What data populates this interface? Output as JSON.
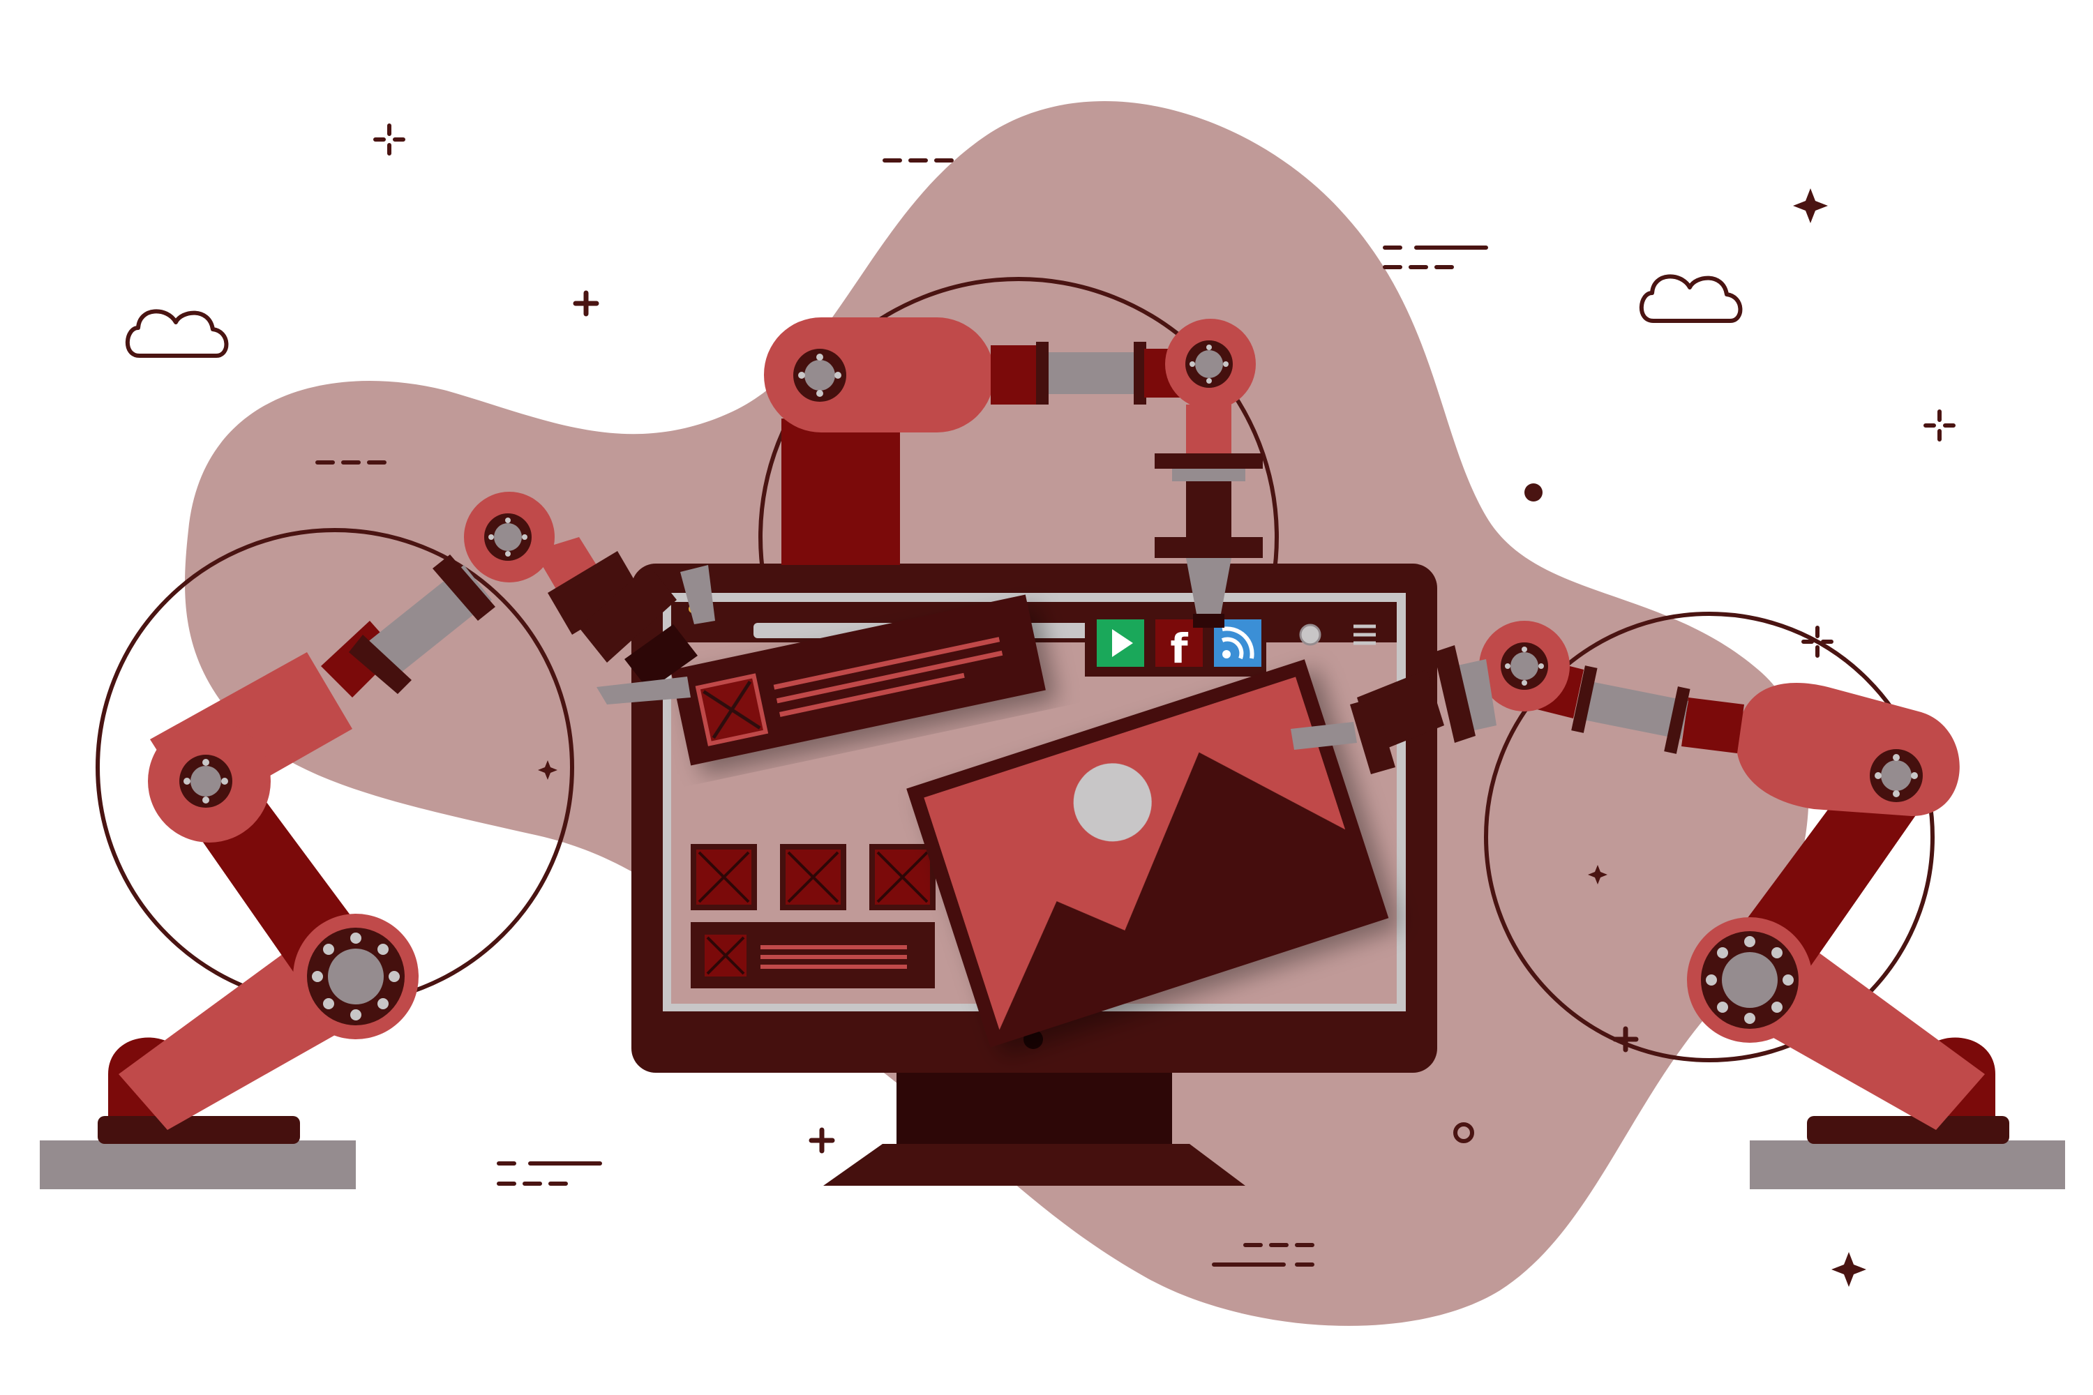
{
  "illustration": {
    "subject": "robotic-arms-assembling-website",
    "colors": {
      "background": "#ffffff",
      "blob": "#c09a98",
      "accent_red": "#c04a4a",
      "dark_red": "#7b0a0a",
      "maroon": "#45100e",
      "gray": "#958c8f",
      "light_gray": "#c8c6c7",
      "green": "#1aa85a",
      "blue": "#3b8fd6",
      "outline": "#4a1412"
    },
    "browser": {
      "social_icons": [
        {
          "name": "play-icon",
          "glyph": "▶",
          "color": "#1aa85a"
        },
        {
          "name": "facebook-icon",
          "glyph": "f",
          "color": "#7b0a0a"
        },
        {
          "name": "rss-icon",
          "glyph": "◔",
          "color": "#3b8fd6"
        }
      ],
      "menu_icon": "hamburger-icon",
      "refresh_icon": "refresh-icon"
    },
    "decorations": {
      "clouds": 2,
      "sparkles": 6,
      "plus_signs": 5,
      "dash_groups": 6
    }
  }
}
